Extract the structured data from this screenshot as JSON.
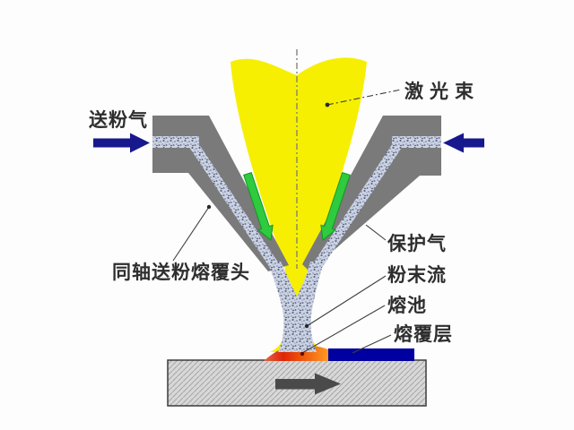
{
  "diagram": {
    "labels": {
      "powder_gas": "送粉气",
      "laser_beam": "激光束",
      "shield_gas": "保护气",
      "powder_flow": "粉末流",
      "melt_pool": "熔池",
      "cladding_layer": "熔覆层",
      "coaxial_head": "同轴送粉熔覆头"
    },
    "colors": {
      "background": "#ffffff",
      "laser_beam_yellow": "#f6ef02",
      "nozzle_body_gray": "#7a7a7a",
      "powder_texture_light": "#ccd3e2",
      "powder_speckle_dark": "#5f6a90",
      "gas_arrow_navy": "#18188e",
      "shield_flow_green": "#2ecb3e",
      "melt_pool_red": "#df2508",
      "melt_pool_orange": "#ff9a25",
      "cladding_blue": "#0000a0",
      "substrate_fill": "#d8d8d8",
      "substrate_hatch": "#a7a7a7",
      "travel_arrow_gray": "#4a4a4a",
      "label_text": "#2e2e2e",
      "leader_line": "#3f3f3f"
    }
  }
}
